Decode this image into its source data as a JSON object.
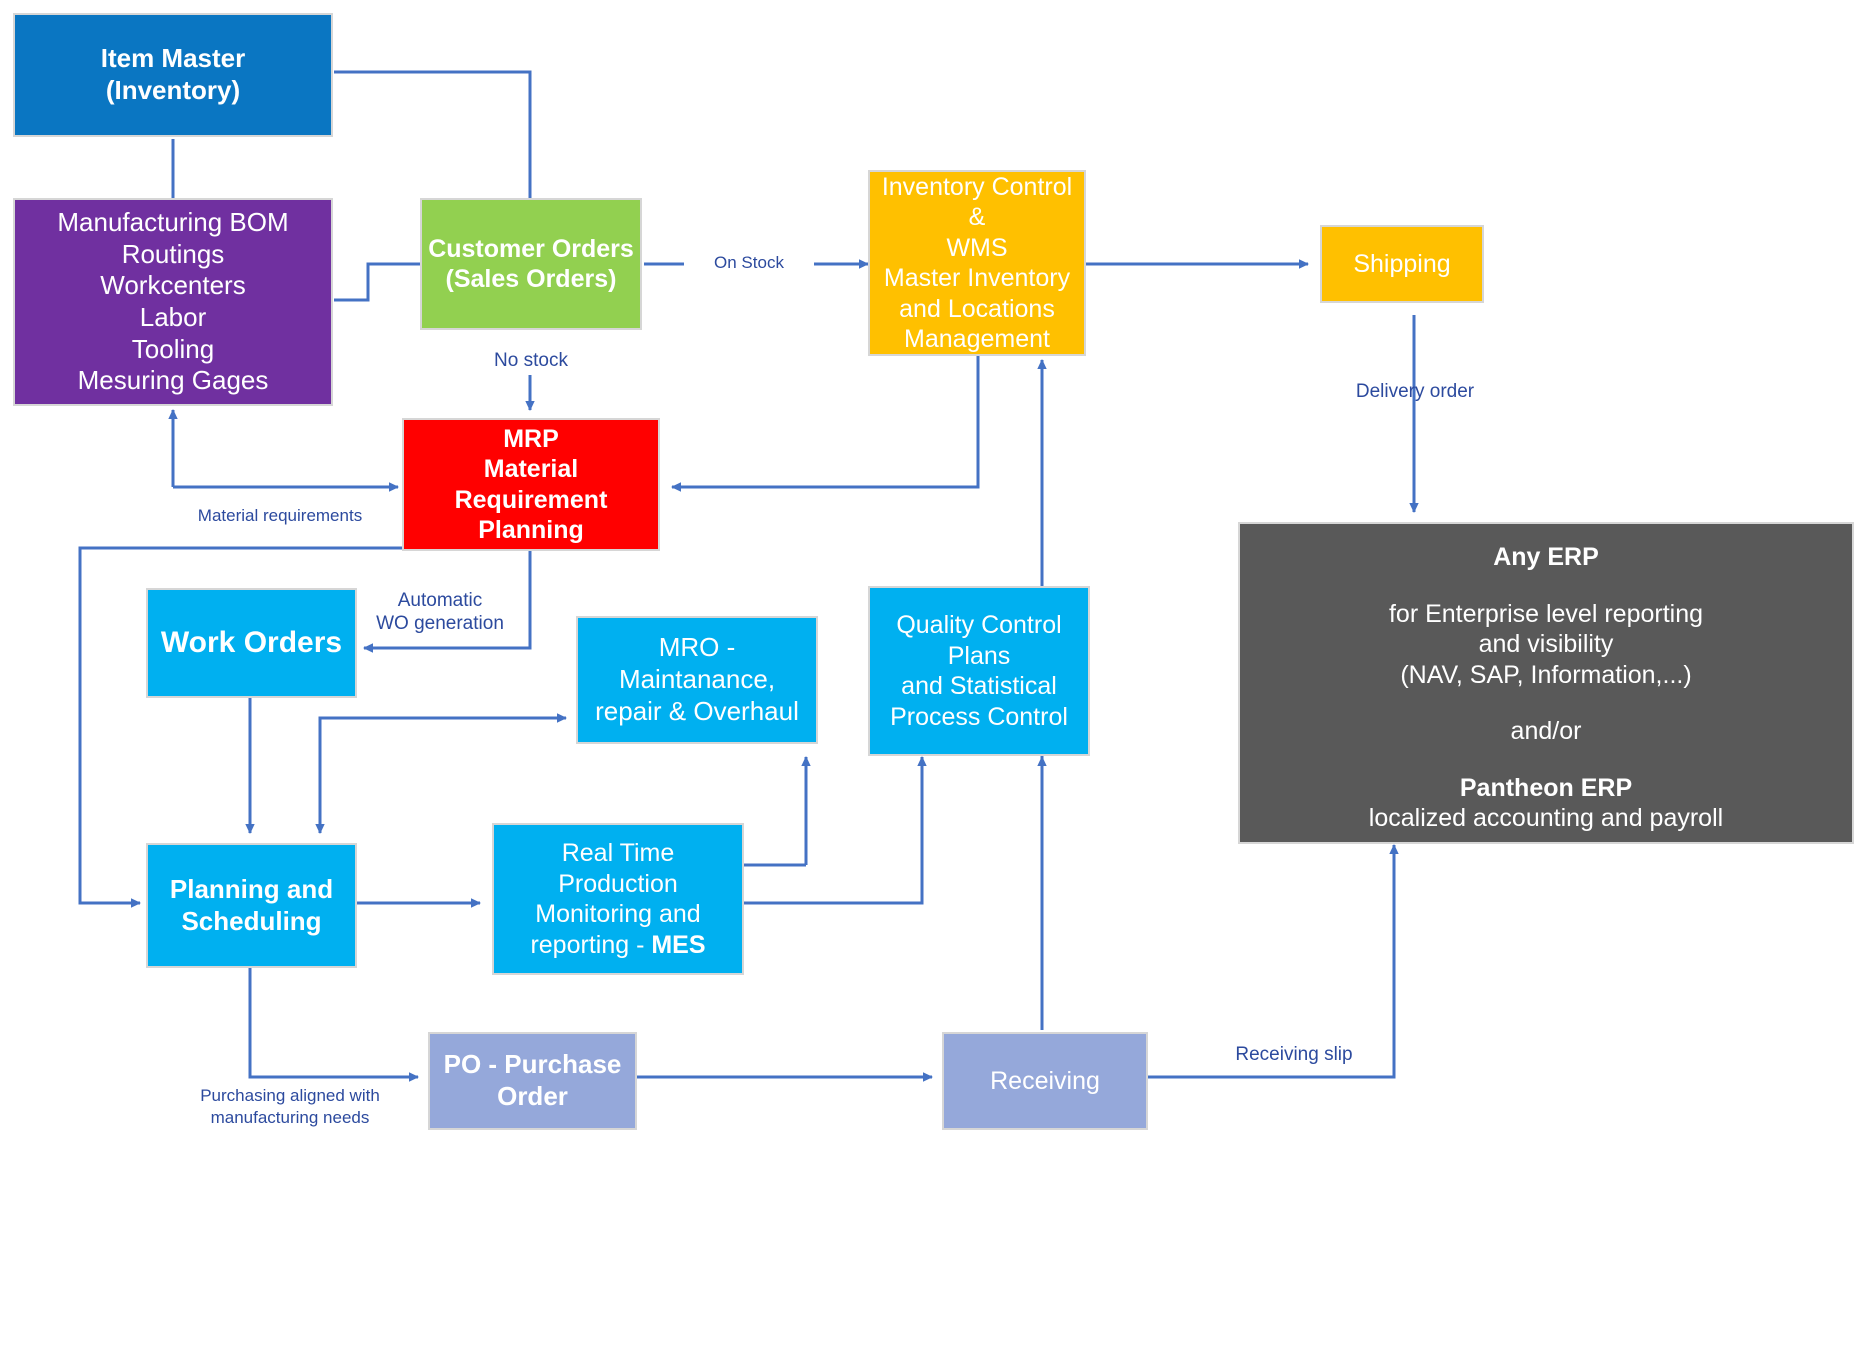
{
  "diagram": {
    "title": "Manufacturing ERP / MES process flow",
    "colors": {
      "dark_blue": "#0a76c2",
      "purple": "#7030a0",
      "green": "#92d050",
      "red": "#ff0000",
      "amber": "#ffc000",
      "cyan": "#00b0f0",
      "periwinkle": "#95a8da",
      "dark_grey": "#595959",
      "connector": "#4472c4",
      "label_text": "#2c4a9e",
      "box_border": "#d6d6d6"
    },
    "nodes": [
      {
        "id": "item-master",
        "label": "Item Master\n(Inventory)",
        "color": "#0a76c2",
        "bold": true,
        "font_size": 26
      },
      {
        "id": "manufacturing-bom",
        "label": "Manufacturing BOM\nRoutings\nWorkcenters\nLabor\nTooling\nMesuring Gages",
        "color": "#7030a0",
        "bold": false,
        "font_size": 26
      },
      {
        "id": "customer-orders",
        "label": "Customer Orders\n(Sales Orders)",
        "color": "#92d050",
        "bold": true,
        "font_size": 25
      },
      {
        "id": "inventory-control",
        "label": "Inventory Control &\nWMS\nMaster Inventory\nand Locations\nManagement",
        "color": "#ffc000",
        "bold": false,
        "font_size": 25
      },
      {
        "id": "shipping",
        "label": "Shipping",
        "color": "#ffc000",
        "bold": false,
        "font_size": 25
      },
      {
        "id": "mrp",
        "label": "MRP\nMaterial Requirement\nPlanning",
        "color": "#ff0000",
        "bold": true,
        "font_size": 25
      },
      {
        "id": "any-erp",
        "label": "Any ERP\n\nfor Enterprise level reporting\nand visibility\n(NAV, SAP, Information,...)\n\nand/or\n\n",
        "color": "#595959",
        "bold": false,
        "font_size": 25
      },
      {
        "id": "work-orders",
        "label": "Work Orders",
        "color": "#00b0f0",
        "bold": true,
        "font_size": 30
      },
      {
        "id": "mro",
        "label": "MRO -\nMaintanance,\nrepair & Overhaul",
        "color": "#00b0f0",
        "bold": false,
        "font_size": 26
      },
      {
        "id": "quality-control",
        "label": "Quality Control Plans\nand Statistical\nProcess Control",
        "color": "#00b0f0",
        "bold": false,
        "font_size": 25
      },
      {
        "id": "planning-scheduling",
        "label": "Planning and\nScheduling",
        "color": "#00b0f0",
        "bold": true,
        "font_size": 26
      },
      {
        "id": "mes",
        "label": "Real Time Production\nMonitoring and\nreporting - ",
        "color": "#00b0f0",
        "bold": false,
        "font_size": 25
      },
      {
        "id": "purchase-order",
        "label": "PO - Purchase\nOrder",
        "color": "#95a8da",
        "bold": true,
        "font_size": 26
      },
      {
        "id": "receiving",
        "label": "Receiving",
        "color": "#95a8da",
        "bold": false,
        "font_size": 25
      }
    ],
    "node_text": {
      "item_master_line1": "Item Master",
      "item_master_line2": "(Inventory)",
      "bom_line1": "Manufacturing BOM",
      "bom_line2": "Routings",
      "bom_line3": "Workcenters",
      "bom_line4": "Labor",
      "bom_line5": "Tooling",
      "bom_line6": "Mesuring Gages",
      "customer_orders_line1": "Customer Orders",
      "customer_orders_line2": "(Sales Orders)",
      "inventory_line1": "Inventory Control &",
      "inventory_line2": "WMS",
      "inventory_line3": "Master Inventory",
      "inventory_line4": "and Locations",
      "inventory_line5": "Management",
      "shipping_label": "Shipping",
      "mrp_line1": "MRP",
      "mrp_line2": "Material Requirement",
      "mrp_line3": "Planning",
      "erp_line1": "Any ERP",
      "erp_line2": "for Enterprise level reporting",
      "erp_line3": "and visibility",
      "erp_line4": "(NAV, SAP, Information,...)",
      "erp_line5": "and/or",
      "erp_line6": "Pantheon ERP",
      "erp_line7": "localized accounting and payroll",
      "work_orders_label": "Work Orders",
      "mro_line1": "MRO -",
      "mro_line2": "Maintanance,",
      "mro_line3": "repair & Overhaul",
      "qc_line1": "Quality Control Plans",
      "qc_line2": "and Statistical",
      "qc_line3": "Process Control",
      "planning_line1": "Planning and",
      "planning_line2": "Scheduling",
      "mes_line1": "Real Time Production",
      "mes_line2": "Monitoring and",
      "mes_line3a": "reporting - ",
      "mes_line3b": "MES",
      "po_line1": "PO - Purchase",
      "po_line2": "Order",
      "receiving_label": "Receiving"
    },
    "edge_labels": [
      {
        "id": "on-stock",
        "text": "On Stock"
      },
      {
        "id": "no-stock",
        "text": "No stock"
      },
      {
        "id": "delivery-order",
        "text": "Delivery order"
      },
      {
        "id": "material-req",
        "text": "Material requirements"
      },
      {
        "id": "auto-wo-line1",
        "text": "Automatic"
      },
      {
        "id": "auto-wo-line2",
        "text": "WO generation"
      },
      {
        "id": "purchasing-line1",
        "text": "Purchasing aligned with"
      },
      {
        "id": "purchasing-line2",
        "text": "manufacturing needs"
      },
      {
        "id": "receiving-slip",
        "text": "Receiving slip"
      }
    ]
  }
}
